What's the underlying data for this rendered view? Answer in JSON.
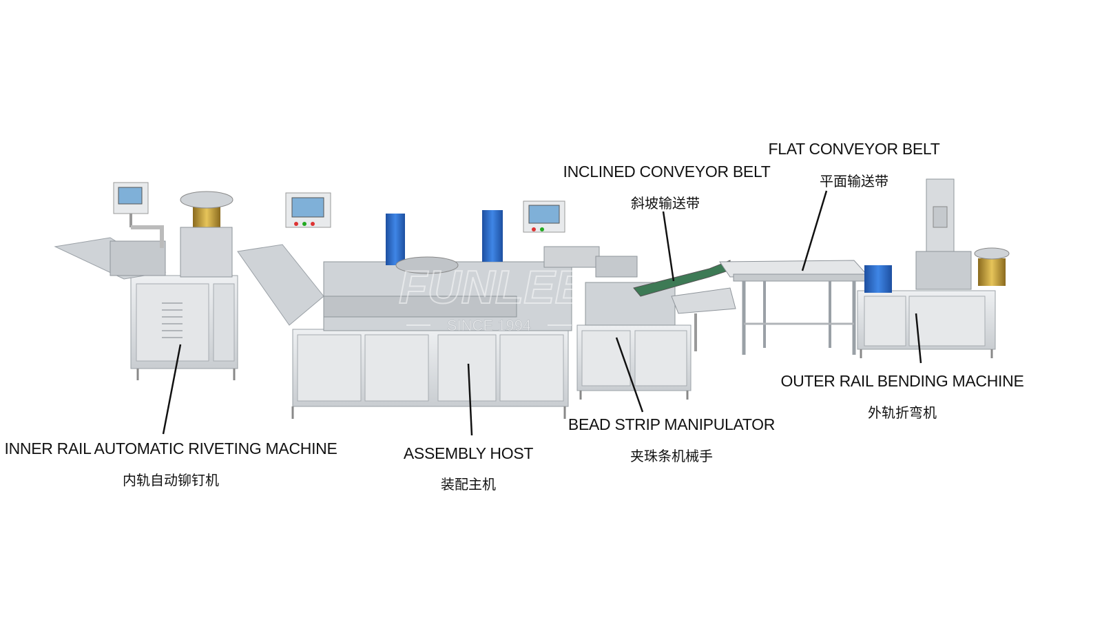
{
  "watermark": {
    "brand": "FUNLEE",
    "since": "SINCE 1994"
  },
  "labels": {
    "inner_rail": {
      "en": "INNER RAIL AUTOMATIC RIVETING MACHINE",
      "zh": "内轨自动铆钉机"
    },
    "assembly_host": {
      "en": "ASSEMBLY HOST",
      "zh": "装配主机"
    },
    "bead_strip": {
      "en": "BEAD STRIP MANIPULATOR",
      "zh": "夹珠条机械手"
    },
    "inclined_conveyor": {
      "en": "INCLINED CONVEYOR BELT",
      "zh": "斜坡输送带"
    },
    "flat_conveyor": {
      "en": "FLAT CONVEYOR BELT",
      "zh": "平面输送带"
    },
    "outer_rail": {
      "en": "OUTER RAIL BENDING MACHINE",
      "zh": "外轨折弯机"
    }
  },
  "colors": {
    "machine_body": "#d9dcdf",
    "frame": "#b8bcc0",
    "accent_blue": "#2a6fd0",
    "screen": "#7fb0d8"
  }
}
